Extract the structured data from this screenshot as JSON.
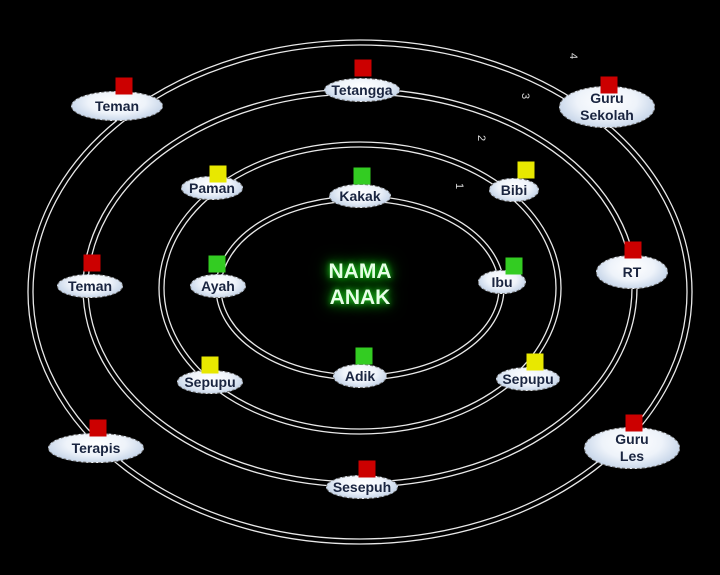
{
  "center": {
    "line1": "NAMA",
    "line2": "ANAK",
    "glow_color": "#1fd11f"
  },
  "ring_labels": [
    "1",
    "2",
    "3",
    "4"
  ],
  "colors": {
    "inner": "#33cc22",
    "middle": "#e8e800",
    "outer": "#cc0000"
  },
  "nodes": [
    {
      "label": "Kakak",
      "ring": 1,
      "marker": "inner"
    },
    {
      "label": "Ayah",
      "ring": 1,
      "marker": "inner"
    },
    {
      "label": "Ibu",
      "ring": 1,
      "marker": "inner"
    },
    {
      "label": "Adik",
      "ring": 1,
      "marker": "inner"
    },
    {
      "label": "Paman",
      "ring": 2,
      "marker": "middle"
    },
    {
      "label": "Bibi",
      "ring": 2,
      "marker": "middle"
    },
    {
      "label": "Sepupu",
      "ring": 2,
      "marker": "middle"
    },
    {
      "label": "Sepupu",
      "ring": 2,
      "marker": "middle"
    },
    {
      "label": "Tetangga",
      "ring": 3,
      "marker": "outer"
    },
    {
      "label": "Teman",
      "ring": 3,
      "marker": "outer"
    },
    {
      "label": "RT",
      "ring": 3,
      "marker": "outer"
    },
    {
      "label": "Sesepuh",
      "ring": 3,
      "marker": "outer"
    },
    {
      "label": "Teman",
      "ring": 4,
      "marker": "outer"
    },
    {
      "label": "Guru Sekolah",
      "ring": 4,
      "marker": "outer"
    },
    {
      "label": "Terapis",
      "ring": 4,
      "marker": "outer"
    },
    {
      "label": "Guru Les",
      "ring": 4,
      "marker": "outer"
    }
  ]
}
